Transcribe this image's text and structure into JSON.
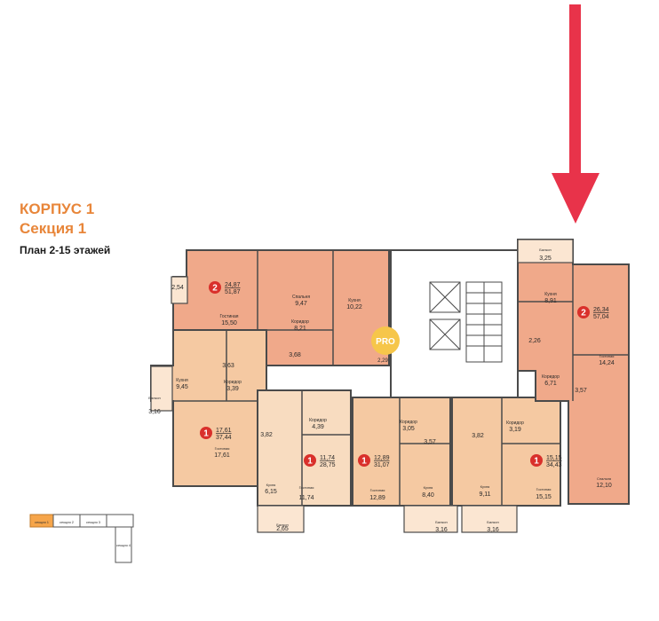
{
  "heading": {
    "building": "КОРПУС 1",
    "section": "Секция 1",
    "plan": "План 2-15 этажей"
  },
  "badge": "PRO",
  "colors": {
    "two_room": "#f0a98a",
    "one_room": "#f5c9a2",
    "one_room_light": "#f8dcc0",
    "arrow": "#e8334a",
    "wall": "#4a4a4a",
    "title": "#e8863a"
  },
  "apartments": [
    {
      "id": "a-top-left",
      "rooms": "2",
      "living": "24,87",
      "total": "51,87"
    },
    {
      "id": "a-left-mid",
      "rooms": "1",
      "living": "17,61",
      "total": "37,44"
    },
    {
      "id": "a-mid-1",
      "rooms": "1",
      "living": "11,74",
      "total": "28,75"
    },
    {
      "id": "a-mid-2",
      "rooms": "1",
      "living": "12,89",
      "total": "31,07"
    },
    {
      "id": "a-mid-3",
      "rooms": "1",
      "living": "15,15",
      "total": "34,43"
    },
    {
      "id": "a-right",
      "rooms": "2",
      "living": "26,34",
      "total": "57,04"
    }
  ],
  "room_labels": [
    {
      "text": "2,54"
    },
    {
      "text": "Гостиная"
    },
    {
      "text": "15,50"
    },
    {
      "text": "Спальня"
    },
    {
      "text": "9,47"
    },
    {
      "text": "Кухня"
    },
    {
      "text": "10,22"
    },
    {
      "text": "Коридор"
    },
    {
      "text": "8,21"
    },
    {
      "text": "3,68"
    },
    {
      "text": "2,29"
    },
    {
      "text": "3,63"
    },
    {
      "text": "Кухня"
    },
    {
      "text": "9,45"
    },
    {
      "text": "Коридор"
    },
    {
      "text": "3,39"
    },
    {
      "text": "Балкон"
    },
    {
      "text": "3,16"
    },
    {
      "text": "Гостиная"
    },
    {
      "text": "17,61"
    },
    {
      "text": "3,82"
    },
    {
      "text": "Коридор"
    },
    {
      "text": "4,39"
    },
    {
      "text": "Кухня"
    },
    {
      "text": "6,15"
    },
    {
      "text": "Гостиная"
    },
    {
      "text": "11,74"
    },
    {
      "text": "Балкон"
    },
    {
      "text": "2,65"
    },
    {
      "text": "Коридор"
    },
    {
      "text": "3,05"
    },
    {
      "text": "3,57"
    },
    {
      "text": "Кухня"
    },
    {
      "text": "8,40"
    },
    {
      "text": "Гостиная"
    },
    {
      "text": "12,89"
    },
    {
      "text": "Балкон"
    },
    {
      "text": "3,16"
    },
    {
      "text": "3,82"
    },
    {
      "text": "Коридор"
    },
    {
      "text": "3,19"
    },
    {
      "text": "Кухня"
    },
    {
      "text": "9,11"
    },
    {
      "text": "Гостиная"
    },
    {
      "text": "15,15"
    },
    {
      "text": "Балкон"
    },
    {
      "text": "3,16"
    },
    {
      "text": "Балкон"
    },
    {
      "text": "3,25"
    },
    {
      "text": "Кухня"
    },
    {
      "text": "8,91"
    },
    {
      "text": "2,26"
    },
    {
      "text": "Коридор"
    },
    {
      "text": "6,71"
    },
    {
      "text": "Гостиная"
    },
    {
      "text": "14,24"
    },
    {
      "text": "3,57"
    },
    {
      "text": "Спальня"
    },
    {
      "text": "12,10"
    }
  ],
  "minimap_labels": [
    "секция 1",
    "секция 2",
    "секция 3",
    "секция 4"
  ]
}
